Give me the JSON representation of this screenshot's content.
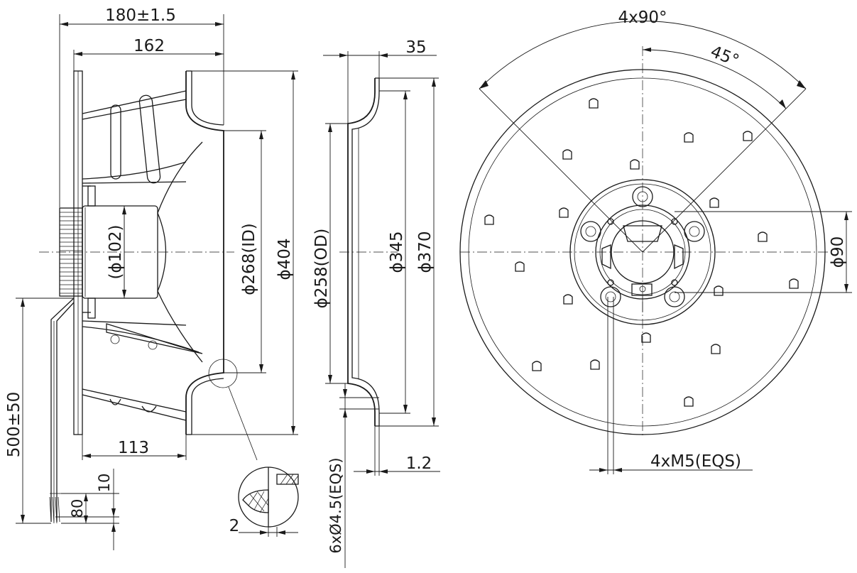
{
  "side_view": {
    "overall_length": "180±1.5",
    "impeller_length": "162",
    "motor_diameter": "(ϕ102)",
    "inlet_diameter": "ϕ268(ID)",
    "outer_diameter": "ϕ404",
    "flange_depth": "113",
    "cable_length": "500±50",
    "strip_length_a": "10",
    "strip_length_b": "80",
    "detail_gap": "2"
  },
  "ring_view": {
    "ring_depth": "35",
    "ring_outer": "ϕ258(OD)",
    "ring_d345": "ϕ345",
    "ring_d370": "ϕ370",
    "sheet_thickness": "1.2",
    "holes": "6xØ4.5(EQS)"
  },
  "front_view": {
    "pattern_angle": "4x90°",
    "pitch_angle": "45°",
    "bolt_circle": "ϕ90",
    "threads": "4xM5(EQS)"
  }
}
